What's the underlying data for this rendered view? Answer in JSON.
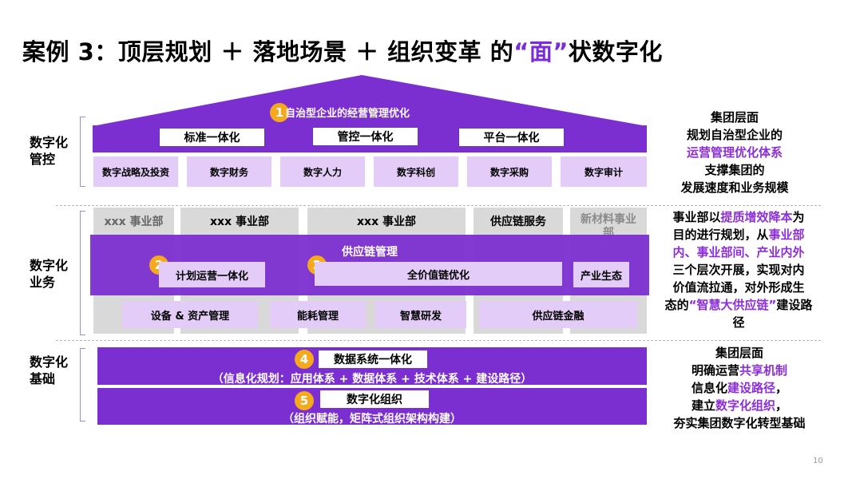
{
  "title": {
    "prefix": "案例 3：顶层规划 ＋ 落地场景 ＋ 组织变革 的",
    "accent": "“面”",
    "suffix": "状数字化"
  },
  "left_labels": {
    "top": "数字化\n管控",
    "middle": "数字化\n业务",
    "bottom": "数字化\n基础"
  },
  "roof": {
    "badge": "1",
    "title": "自治型企业的经营管理优化",
    "boxes": [
      "标准一体化",
      "管控一体化",
      "平台一体化"
    ],
    "items": [
      "数字战略及投资",
      "数字财务",
      "数字人力",
      "数字科创",
      "数字采购",
      "数字审计"
    ]
  },
  "business": {
    "units": [
      "xxx 事业部",
      "xxx 事业部",
      "xxx 事业部",
      "供应链服务",
      "新材料事业部"
    ],
    "band_title": "供应链管理",
    "badge_a": "2",
    "badge_b": "2",
    "plan": "计划运营一体化",
    "value_chain": "全价值链优化",
    "ecosystem": "产业生态",
    "bottom_items": [
      "设备 & 资产管理",
      "能耗管理",
      "智慧研发",
      "供应链金融"
    ]
  },
  "foundation": {
    "badge_a": "4",
    "box_a": "数据系统一体化",
    "text_a": "（信息化规划：应用体系 + 数据体系 + 技术体系 + 建设路径）",
    "badge_b": "5",
    "box_b": "数字化组织",
    "text_b": "（组织赋能，矩阵式组织架构构建）"
  },
  "right_texts": {
    "top": {
      "l1": "集团层面",
      "l2": "规划自治型企业的",
      "l3": "运营管理优化体系",
      "l4": "支撑集团的",
      "l5": "发展速度和业务规模"
    },
    "middle": {
      "a1": "事业部以",
      "a2": "提质增效降本",
      "a3": "为",
      "b1": "目的进行规划，从",
      "b2": "事业部",
      "c1": "内、事业部间、产业内外",
      "d1": "三个层次开展，实现对内",
      "e1": "价值流拉通，对外形成生",
      "f1": "态的",
      "f2": "“智慧大供应链”",
      "f3": "建设路",
      "g1": "径"
    },
    "bottom": {
      "l1": "集团层面",
      "l2a": "明确运营",
      "l2b": "共享机制",
      "l3a": "信息化",
      "l3b": "建设路径",
      "l3c": "，",
      "l4a": "建立",
      "l4b": "数字化组织",
      "l4c": "，",
      "l5": "夯实集团数字化转型基础"
    }
  },
  "page_number": "10",
  "colors": {
    "primary_purple": "#7B2FD0",
    "light_lilac": "#E3CCF8",
    "accent_text": "#8C2FD8",
    "badge_orange": "#F5A91D",
    "grey_panel": "#D9D9D9"
  }
}
